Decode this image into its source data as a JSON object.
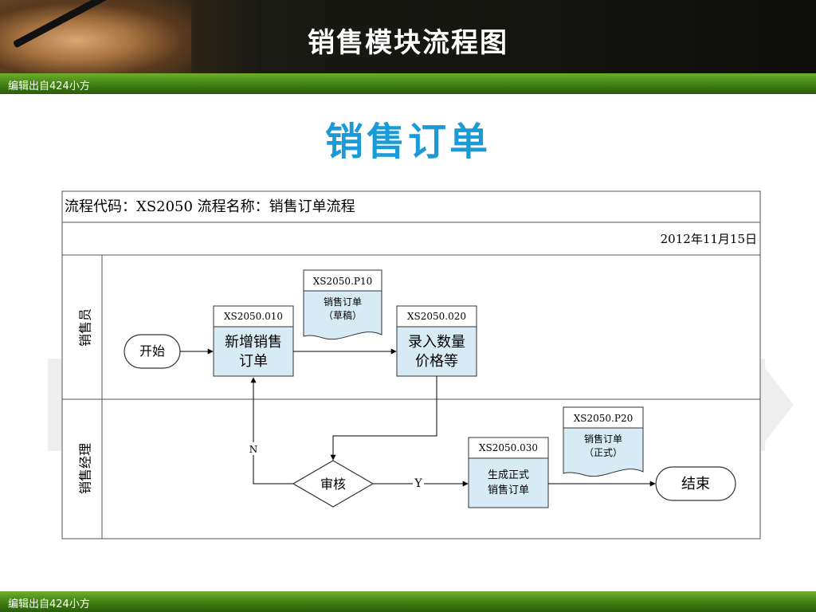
{
  "header": {
    "title": "销售模块流程图"
  },
  "watermark": "编辑出自424小方",
  "watermark_bottom": "编辑出自424小方",
  "subtitle": "销售订单",
  "flow": {
    "code_line": "流程代码：XS2050    流程名称：销售订单流程",
    "date": "2012年11月15日",
    "lanes": {
      "top": "销售员",
      "bottom": "销售经理"
    },
    "start": "开始",
    "end": "结束",
    "doc1": {
      "code": "XS2050.P10",
      "line1": "销售订单",
      "line2": "（草稿）"
    },
    "doc2": {
      "code": "XS2050.P20",
      "line1": "销售订单",
      "line2": "（正式）"
    },
    "step1": {
      "code": "XS2050.010",
      "line1": "新增销售",
      "line2": "订单"
    },
    "step2": {
      "code": "XS2050.020",
      "line1": "录入数量",
      "line2": "价格等"
    },
    "step3": {
      "code": "XS2050.030",
      "line1": "生成正式",
      "line2": "销售订单"
    },
    "decision": "审核",
    "yes": "Y",
    "no": "N"
  },
  "colors": {
    "box_fill": "#d7ebf5",
    "accent": "#1a9ad6",
    "green_bar": "#3f7f12"
  }
}
